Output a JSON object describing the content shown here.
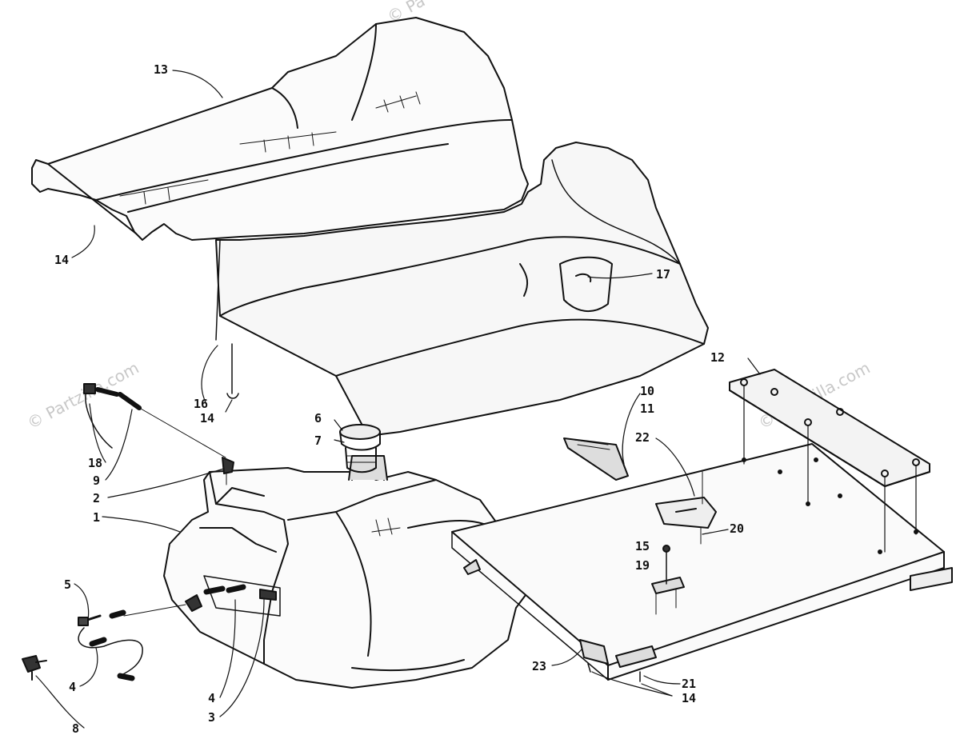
{
  "watermark": {
    "text": "© Partzilla.com",
    "top_text": "© Pa"
  },
  "callouts": [
    {
      "id": "c13",
      "text": "13"
    },
    {
      "id": "c14a",
      "text": "14"
    },
    {
      "id": "c17",
      "text": "17"
    },
    {
      "id": "c16",
      "text": "16"
    },
    {
      "id": "c14b",
      "text": "14"
    },
    {
      "id": "c12",
      "text": "12"
    },
    {
      "id": "c10",
      "text": "10"
    },
    {
      "id": "c11",
      "text": "11"
    },
    {
      "id": "c22",
      "text": "22"
    },
    {
      "id": "c6",
      "text": "6"
    },
    {
      "id": "c7",
      "text": "7"
    },
    {
      "id": "c18",
      "text": "18"
    },
    {
      "id": "c9",
      "text": "9"
    },
    {
      "id": "c2",
      "text": "2"
    },
    {
      "id": "c1",
      "text": "1"
    },
    {
      "id": "c20",
      "text": "20"
    },
    {
      "id": "c15",
      "text": "15"
    },
    {
      "id": "c19",
      "text": "19"
    },
    {
      "id": "c5",
      "text": "5"
    },
    {
      "id": "c4a",
      "text": "4"
    },
    {
      "id": "c4b",
      "text": "4"
    },
    {
      "id": "c3",
      "text": "3"
    },
    {
      "id": "c8",
      "text": "8"
    },
    {
      "id": "c23",
      "text": "23"
    },
    {
      "id": "c21",
      "text": "21"
    },
    {
      "id": "c14c",
      "text": "14"
    }
  ],
  "colors": {
    "ink": "#111111",
    "watermark": "#c8c8c8"
  }
}
